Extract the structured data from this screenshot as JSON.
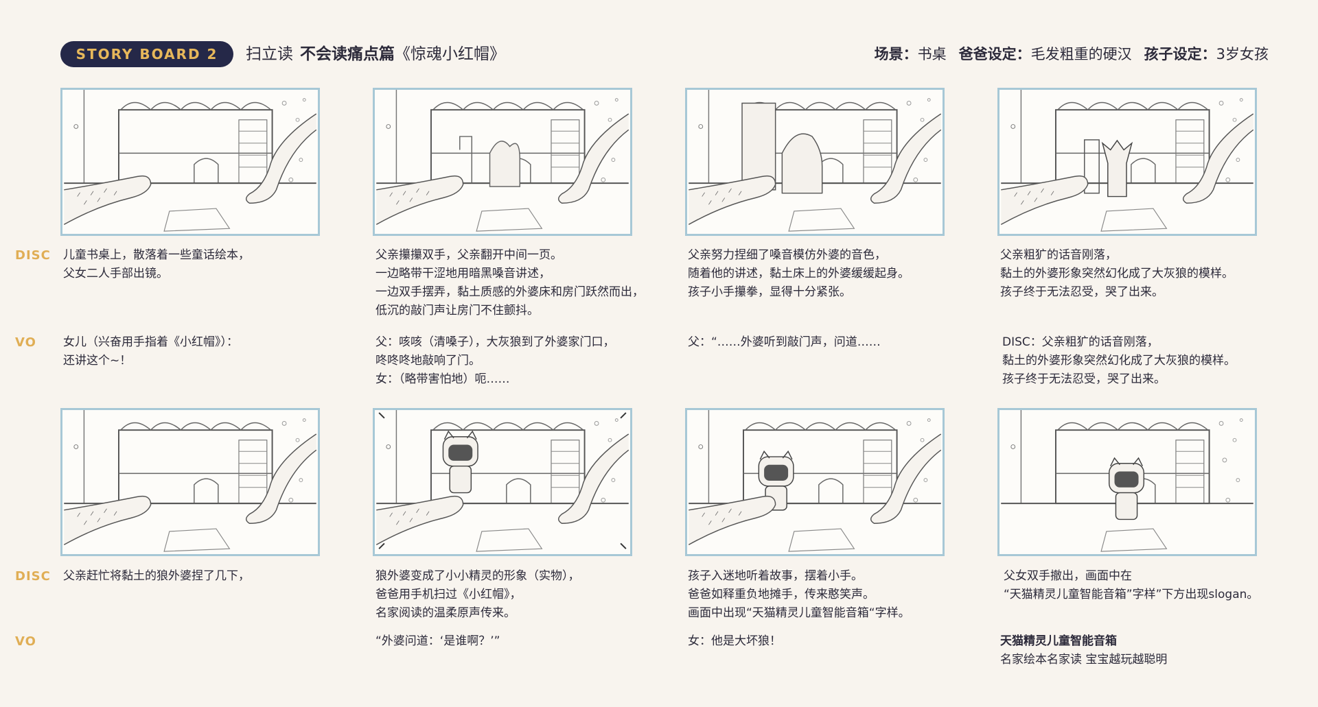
{
  "header": {
    "badge": "STORY BOARD 2",
    "title_prefix": "扫立读",
    "title_bold": "不会读痛点篇",
    "title_rest": "《惊魂小红帽》",
    "scene_label": "场景：",
    "scene_value": "书桌",
    "dad_label": "爸爸设定：",
    "dad_value": "毛发粗重的硬汉",
    "child_label": "孩子设定：",
    "child_value": "3岁女孩"
  },
  "labels": {
    "disc": "DISC",
    "vo": "VO"
  },
  "row1": {
    "panels": [
      {
        "disc": [
          "儿童书桌上，散落着一些童话绘本，",
          "父女二人手部出镜。"
        ],
        "vo": [
          "女儿（兴奋用手指着《小红帽》）：",
          "还讲这个~！"
        ]
      },
      {
        "disc": [
          "父亲攥攥双手，父亲翻开中间一页。",
          "一边略带干涩地用暗黑嗓音讲述，",
          "一边双手摆弄，黏土质感的外婆床和房门跃然而出，",
          "低沉的敲门声让房门不住颤抖。"
        ],
        "vo": [
          "父：咳咳（清嗓子），大灰狼到了外婆家门口，",
          "咚咚咚地敲响了门。",
          "女：（略带害怕地）呃……"
        ]
      },
      {
        "disc": [
          "父亲努力捏细了嗓音模仿外婆的音色，",
          "随着他的讲述，黏土床上的外婆缓缓起身。",
          "孩子小手攥拳，显得十分紧张。"
        ],
        "vo": [
          "父：“……外婆听到敲门声，问道……"
        ]
      },
      {
        "disc": [
          "父亲粗犷的话音刚落，",
          "黏土的外婆形象突然幻化成了大灰狼的模样。",
          "孩子终于无法忍受，哭了出来。"
        ],
        "vo": [
          "DISC：父亲粗犷的话音刚落，",
          "黏土的外婆形象突然幻化成了大灰狼的模样。",
          "孩子终于无法忍受，哭了出来。"
        ]
      }
    ]
  },
  "row2": {
    "panels": [
      {
        "disc": [
          "父亲赶忙将黏土的狼外婆捏了几下，"
        ],
        "vo": []
      },
      {
        "disc": [
          "狼外婆变成了小小精灵的形象（实物），",
          "爸爸用手机扫过《小红帽》，",
          "名家阅读的温柔原声传来。"
        ],
        "vo": [
          "“外婆问道：‘是谁啊？’”"
        ]
      },
      {
        "disc": [
          "孩子入迷地听着故事，摆着小手。",
          "爸爸如释重负地摊手，传来憨笑声。",
          "画面中出现“天猫精灵儿童智能音箱“字样。"
        ],
        "vo": [
          "女：他是大坏狼！"
        ]
      },
      {
        "disc": [
          "父女双手撤出，画面中在",
          "“天猫精灵儿童智能音箱”字样”下方出现slogan。"
        ],
        "vo_title": "天猫精灵儿童智能音箱",
        "vo": [
          "名家绘本名家读 宝宝越玩越聪明"
        ]
      }
    ]
  },
  "colors": {
    "badge_bg": "#252848",
    "badge_text": "#e7b85a",
    "label": "#e0ae55",
    "frame": "#a7c8d6",
    "background": "#f8f4ee"
  }
}
